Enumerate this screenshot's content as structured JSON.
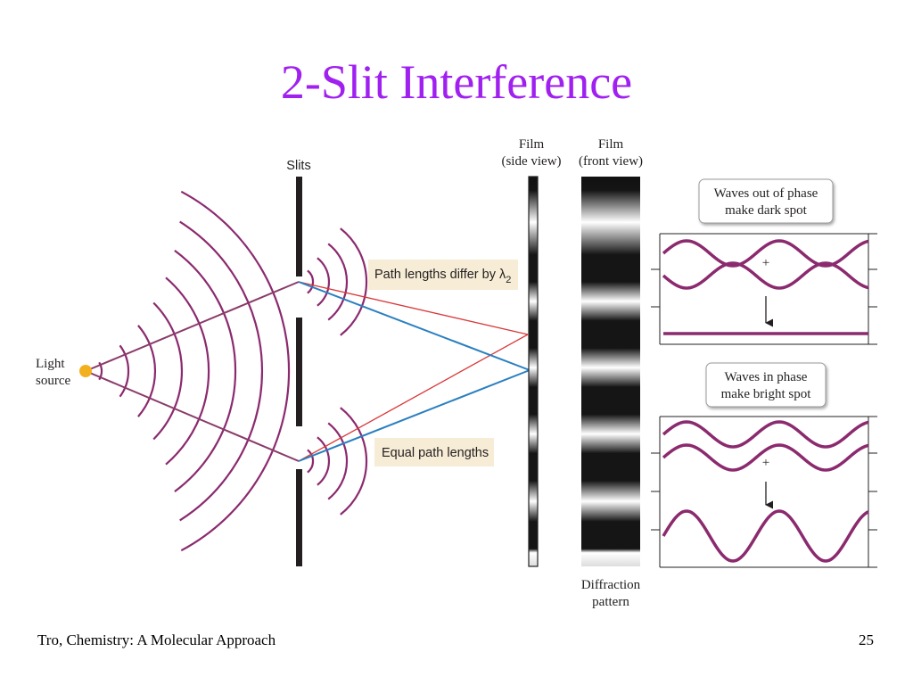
{
  "slide": {
    "title": "2-Slit Interference",
    "footer_left": "Tro, Chemistry: A Molecular Approach",
    "page_number": "25"
  },
  "colors": {
    "title": "#a020f0",
    "wave": "#8b2a6e",
    "ray_red": "#d9383a",
    "ray_blue": "#2a7fc0",
    "ray_purple": "#8a3a6a",
    "label_box": "#f7ecd6",
    "light_source": "#f2b01e"
  },
  "diagram": {
    "light_source_label_line1": "Light",
    "light_source_label_line2": "source",
    "slits_label": "Slits",
    "film_side_label_line1": "Film",
    "film_side_label_line2": "(side view)",
    "film_front_label_line1": "Film",
    "film_front_label_line2": "(front view)",
    "path_diff_label": "Path lengths differ by λ",
    "path_diff_subscript": "2",
    "equal_path_label": "Equal path lengths",
    "diffraction_label_line1": "Diffraction",
    "diffraction_label_line2": "pattern",
    "out_of_phase_line1": "Waves out of phase",
    "out_of_phase_line2": "make dark spot",
    "in_phase_line1": "Waves in phase",
    "in_phase_line2": "make bright spot",
    "plus_symbol": "+"
  }
}
